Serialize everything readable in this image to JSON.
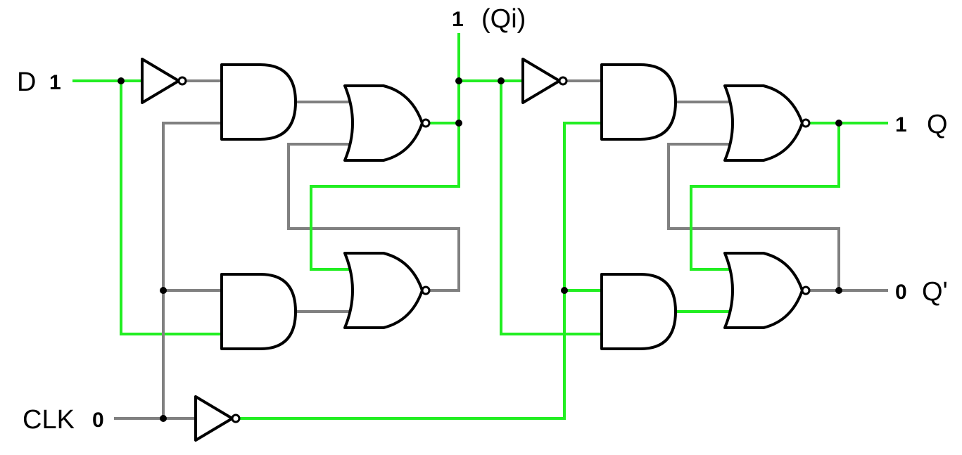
{
  "colors": {
    "high": "#22ee22",
    "low": "#808080",
    "gate_stroke": "#000000",
    "background": "#ffffff"
  },
  "labels": {
    "d": {
      "name": "D",
      "value": "1"
    },
    "clk": {
      "name": "CLK",
      "value": "0"
    },
    "qi": {
      "name": "(Qi)",
      "value": "1"
    },
    "q": {
      "name": "Q",
      "value": "1"
    },
    "qbar": {
      "name": "Q'",
      "value": "0"
    }
  }
}
